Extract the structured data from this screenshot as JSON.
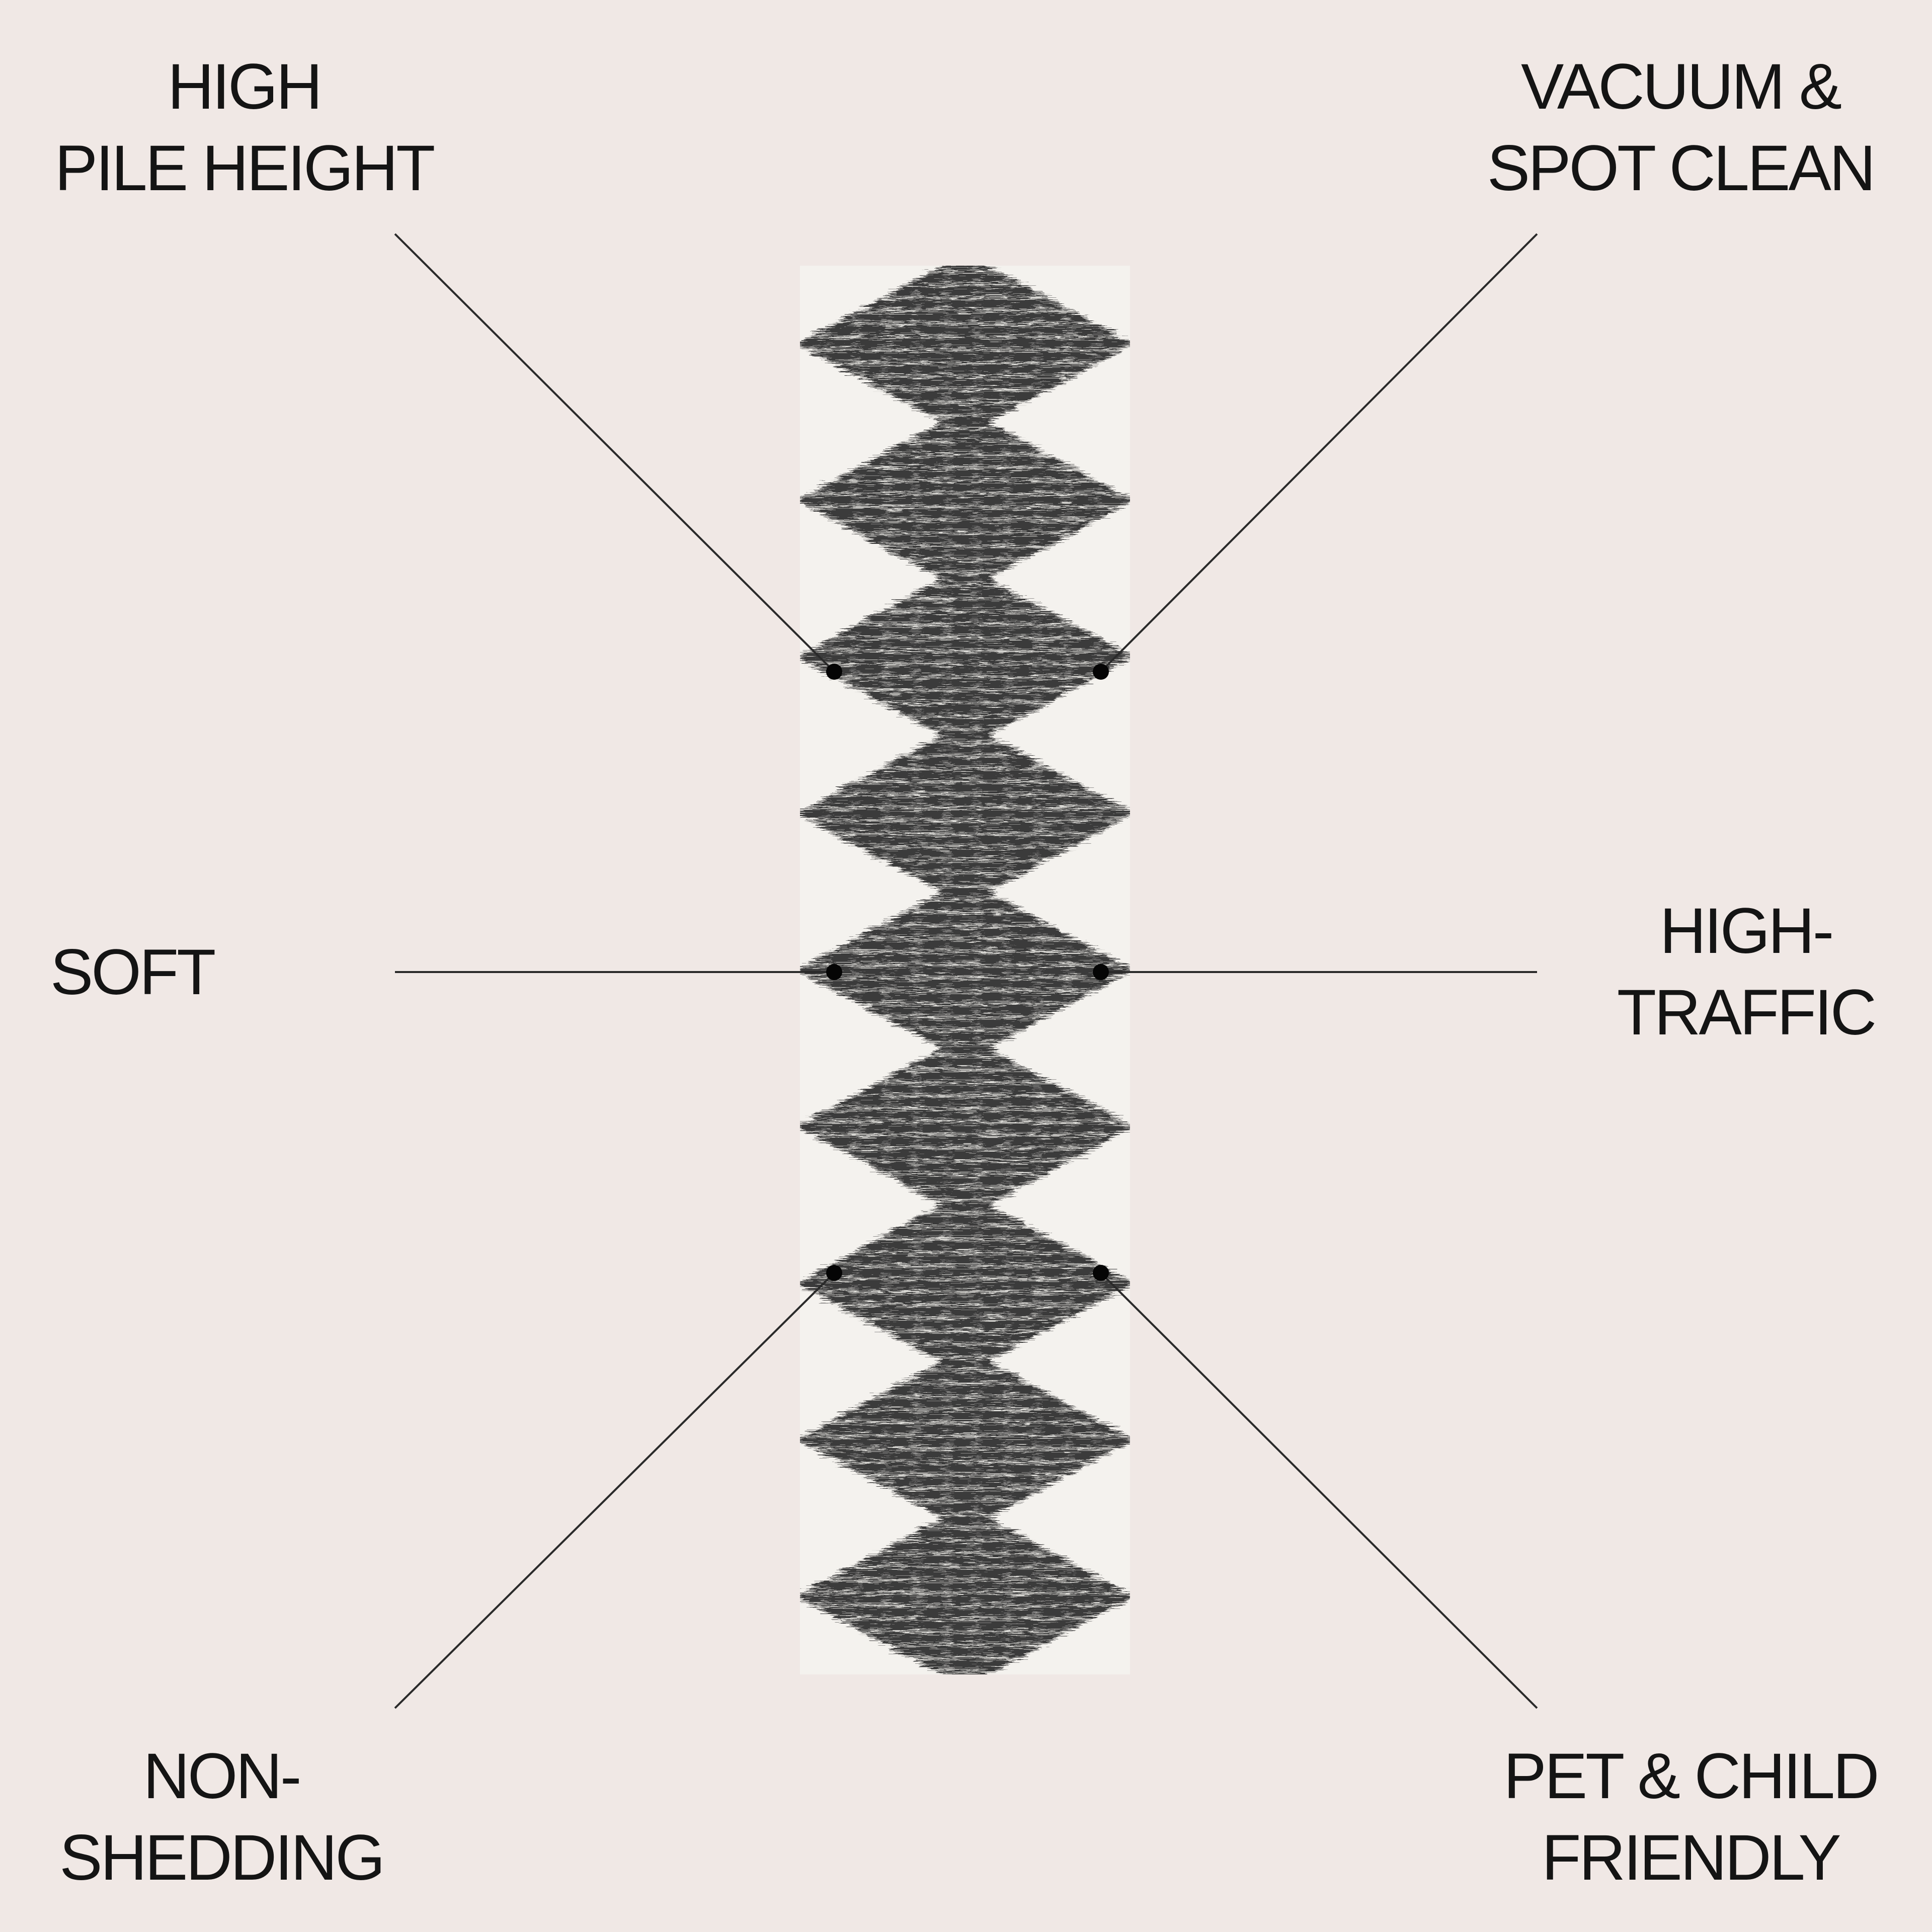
{
  "colors": {
    "background": "#f0e8e5",
    "rug_base": "#f4f2ee",
    "rug_pattern": "#3a3a3a",
    "line": "#2a2a2a",
    "text": "#141414"
  },
  "rug": {
    "pattern": "stacked diamonds",
    "diamond_count": 9
  },
  "features": {
    "top_left": {
      "line1": "HIGH",
      "line2": "PILE HEIGHT"
    },
    "top_right": {
      "line1": "VACUUM &",
      "line2": "SPOT CLEAN"
    },
    "middle_left": {
      "line1": "SOFT"
    },
    "middle_right": {
      "line1": "HIGH-",
      "line2": "TRAFFIC"
    },
    "bottom_left": {
      "line1": "NON-",
      "line2": "SHEDDING"
    },
    "bottom_right": {
      "line1": "PET & CHILD",
      "line2": "FRIENDLY"
    }
  }
}
